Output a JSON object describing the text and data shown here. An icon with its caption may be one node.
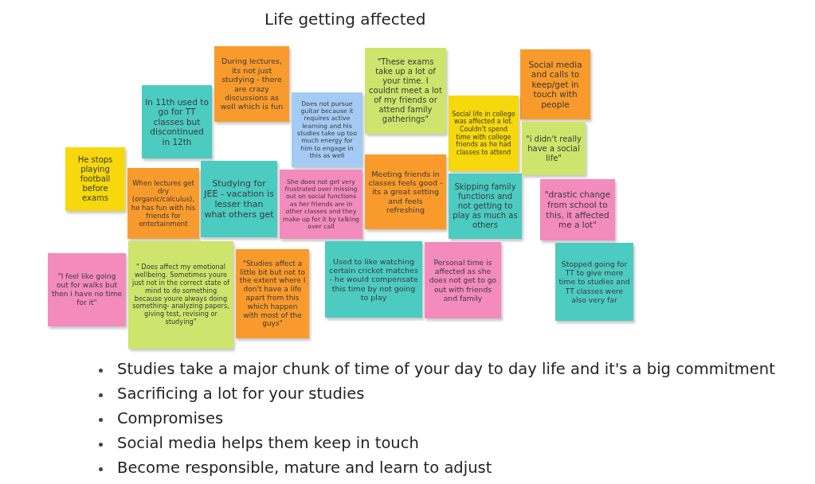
{
  "diagram": {
    "title": "Life getting affected",
    "nodes": [
      {
        "text": [
          "In 11th used to go for TT classes but discontinued in 12th"
        ]
      },
      {
        "text": [
          "During lectures, its not just studying - there are crazy discussions as well which is fun"
        ]
      },
      {
        "text": [
          "\"These exams take up a lot of your time. I couldnt meet a lot of my friends or attend family gatherings\""
        ]
      },
      {
        "text": [
          "Social media and calls to keep/get in touch with people"
        ]
      },
      {
        "text": [
          "Does not pursue guitar because it requires active learning and his studies take up too much energy for him to engage in this as well"
        ]
      },
      {
        "text": [
          "Social life in college was affected a lot. Couldn't spend time with college friends as he had classes to attend"
        ]
      },
      {
        "text": [
          "\"i didn't really have a social life\""
        ]
      },
      {
        "text": [
          "He stops playing football before exams"
        ]
      },
      {
        "text": [
          "When lectures get dry (organic/calculus), he has fun with his friends for entertainment"
        ]
      },
      {
        "text": [
          "Studying for JEE - vacation is lesser than what others get"
        ]
      },
      {
        "text": [
          "She does not get very frustrated over missing out on social functions as her friends are in other classes and they make up for it by talking over call"
        ]
      },
      {
        "text": [
          "Meeting friends in classes feels good - its a great setting and feels refreshing"
        ]
      },
      {
        "text": [
          "Skipping family functions and not getting to play as much as others"
        ]
      },
      {
        "text": [
          "\"drastic change from school to this, it affected me a lot\""
        ]
      },
      {
        "text": [
          "\"I feel like going out for walks but then i have no time for it\""
        ]
      },
      {
        "text": [
          "\" Does affect my emotional wellbeing. Sometimes youre just not in the correct state of mind to do something because youre always doing something- analyzing papers, giving test, revising or studying\""
        ]
      },
      {
        "text": [
          "\"Studies affect a little bit but not to the extent where I don't have a life apart from this which happen with most of the guys\""
        ]
      },
      {
        "text": [
          "Used to like watching certain cricket matches - he would compensate this time by not going to play"
        ]
      },
      {
        "text": [
          "Personal time is affected as she does not get to go out with friends and family"
        ]
      },
      {
        "text": [
          "Stopped going for TT to give more time to studies and TT classes were also very far"
        ]
      }
    ],
    "labels": [
      "Studies take a major chunk of time of your day to day life and it's a big commitment",
      "Sacrificing a lot for your studies",
      "Compromises",
      "Social media helps them keep in touch",
      "Become responsible, mature and learn to adjust"
    ]
  }
}
